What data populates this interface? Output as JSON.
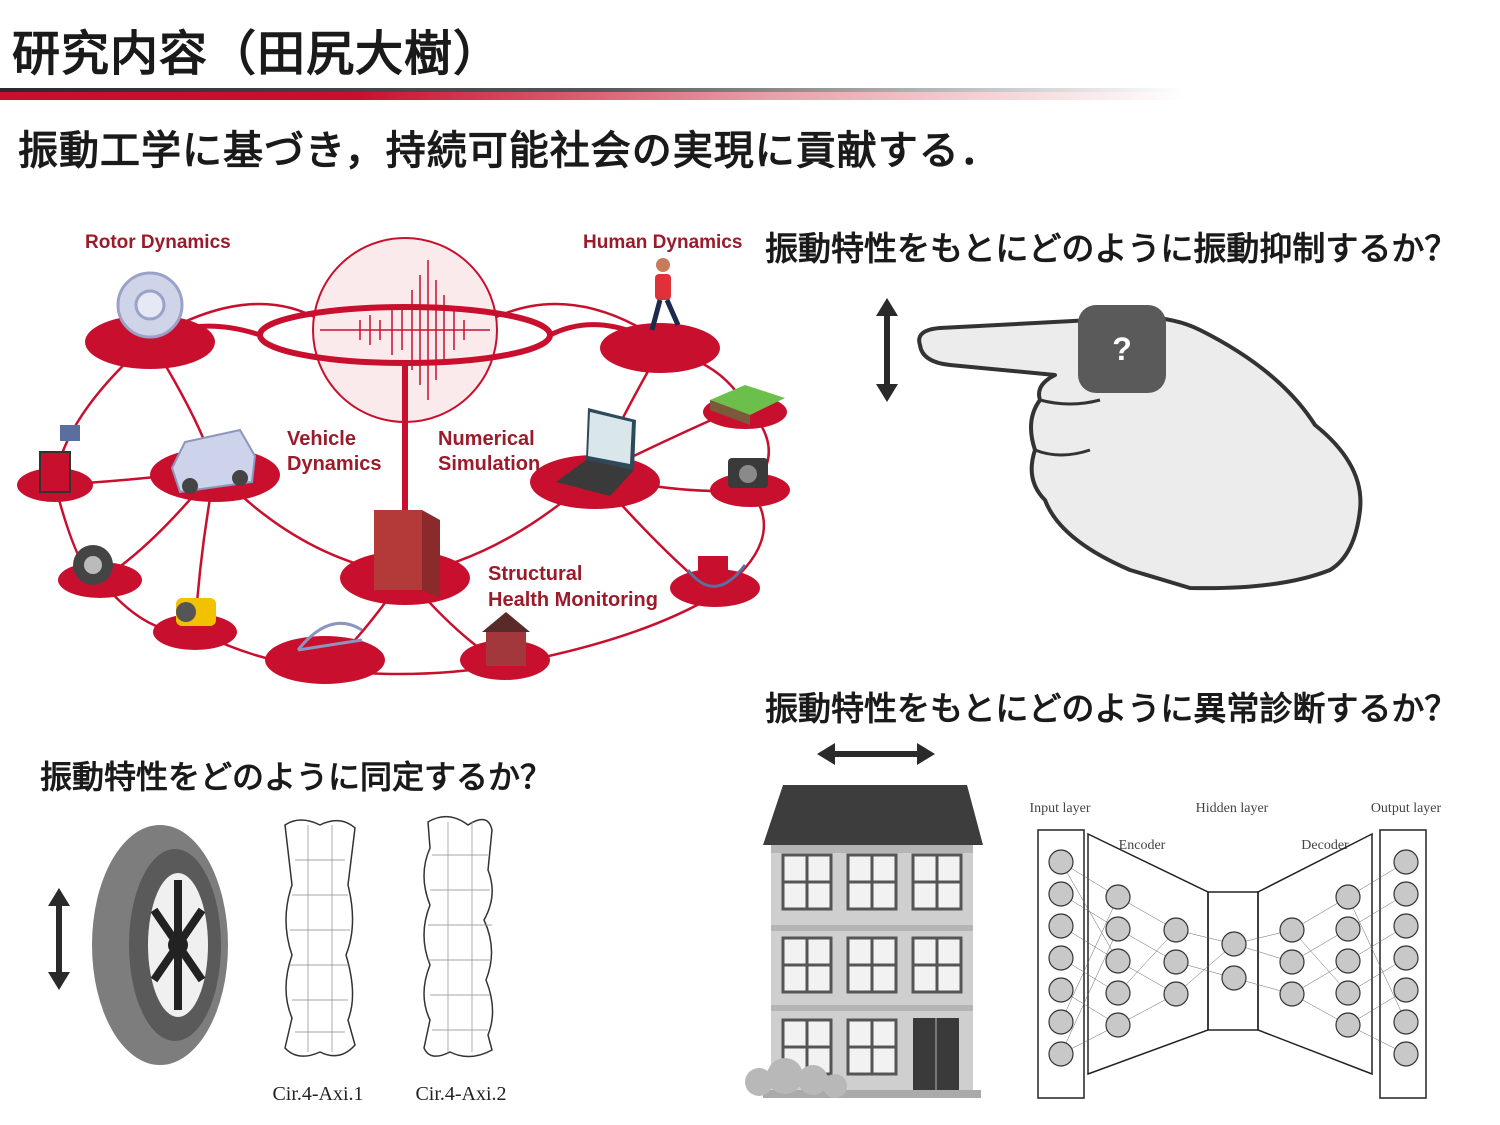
{
  "slide": {
    "title": "研究内容（田尻大樹）",
    "subtitle": "振動工学に基づき，持続可能社会の実現に貢献する．"
  },
  "diagram": {
    "labels": {
      "rotor": "Rotor Dynamics",
      "human": "Human Dynamics",
      "vehicle_1": "Vehicle",
      "vehicle_2": "Dynamics",
      "numerical_1": "Numerical",
      "numerical_2": "Simulation",
      "structural_1": "Structural",
      "structural_2": "Health Monitoring"
    },
    "accent_color": "#c8102e"
  },
  "questions": {
    "suppress": "振動特性をもとにどのように振動抑制するか？",
    "diagnose": "振動特性をもとにどのように異常診断するか？",
    "identify": "振動特性をどのように同定するか？"
  },
  "hand": {
    "badge": "?"
  },
  "modes": {
    "mode1": "Cir.4-Axi.1",
    "mode2": "Cir.4-Axi.2"
  },
  "network": {
    "input": "Input layer",
    "hidden": "Hidden layer",
    "output": "Output layer",
    "encoder": "Encoder",
    "decoder": "Decoder"
  }
}
